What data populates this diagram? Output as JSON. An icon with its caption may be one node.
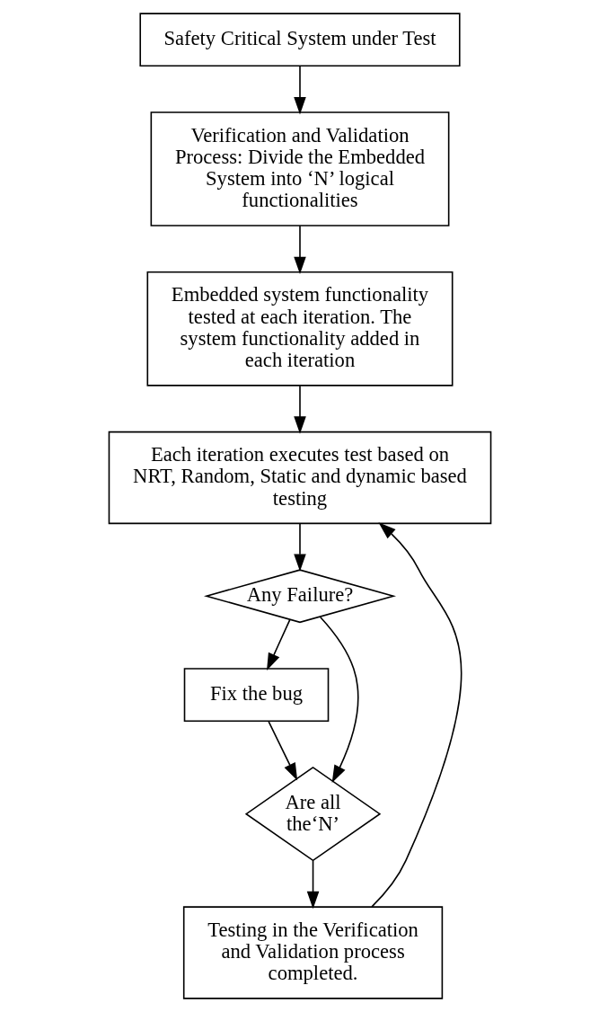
{
  "diagram": {
    "nodes": [
      {
        "text": [
          "Safety Critical System under Test"
        ]
      },
      {
        "text": [
          "Verification and Validation Process: Divide the Embedded System into ‘N’ logical functionalities"
        ]
      },
      {
        "text": [
          "Embedded system functionality tested at each iteration. The system functionality added in each iteration"
        ]
      },
      {
        "text": [
          "Each iteration executes test based on NRT, Random, Static and dynamic based testing"
        ]
      },
      {
        "text": [
          "Any Failure?"
        ]
      },
      {
        "text": [
          "Fix the bug"
        ]
      },
      {
        "text": [
          "Are all the‘N’"
        ]
      },
      {
        "text": [
          "Testing in the Verification and Validation process completed."
        ]
      }
    ],
    "edges": [
      {
        "from": 0,
        "to": 1,
        "arrow": "to"
      },
      {
        "from": 1,
        "to": 2,
        "arrow": "to"
      },
      {
        "from": 2,
        "to": 3,
        "arrow": "to"
      },
      {
        "from": 3,
        "to": 4,
        "arrow": "to"
      },
      {
        "from": 4,
        "to": 5,
        "arrow": "to"
      },
      {
        "from": 4,
        "to": 6,
        "arrow": "to"
      },
      {
        "from": 5,
        "to": 6,
        "arrow": "to"
      },
      {
        "from": 6,
        "to": 7,
        "arrow": "to"
      },
      {
        "from": 7,
        "to": 3,
        "arrow": "to"
      }
    ]
  }
}
